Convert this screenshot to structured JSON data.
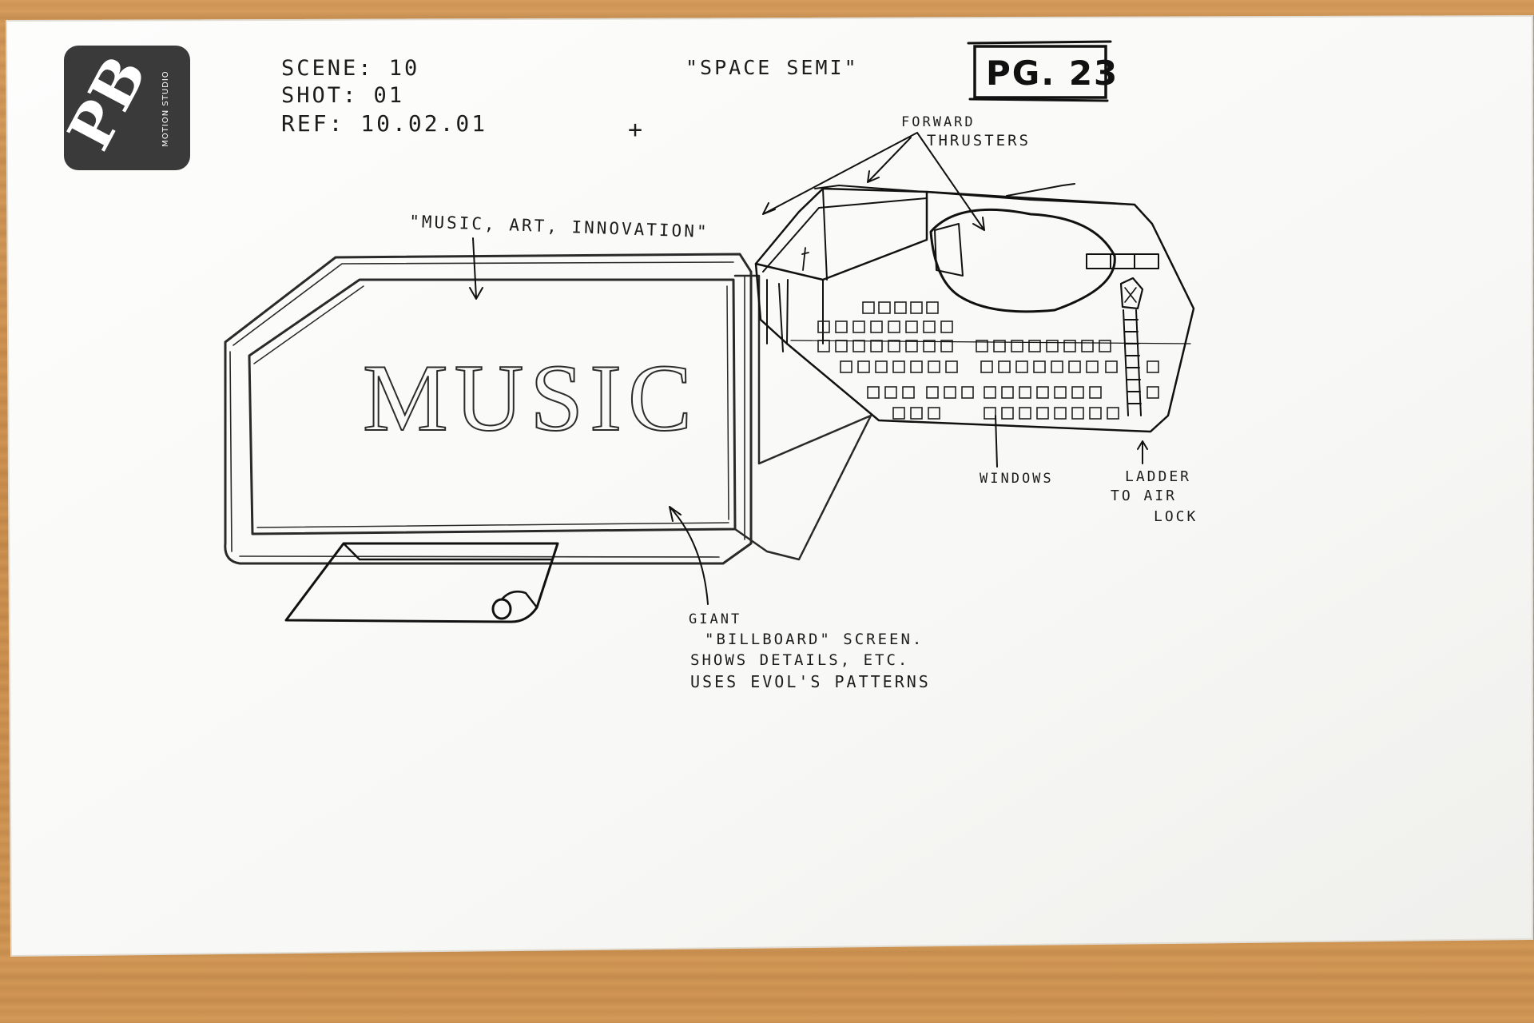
{
  "logo": {
    "letters": "PB",
    "tagline": "MOTION STUDIO"
  },
  "header": {
    "scene": "SCENE: 10",
    "shot": "SHOT: 01",
    "ref": "REF: 10.02.01",
    "title": "\"SPACE SEMI\"",
    "page": "PG. 23"
  },
  "billboard": {
    "screen_text": "MUSIC"
  },
  "annotations": {
    "tagline": "\"MUSIC, ART, INNOVATION\"",
    "forward": "FORWARD",
    "thrusters": "THRUSTERS",
    "windows": "WINDOWS",
    "ladder_1": "LADDER",
    "ladder_2": "TO AIR",
    "ladder_3": "LOCK",
    "giant_1": "GIANT",
    "giant_2": "\"BILLBOARD\" SCREEN.",
    "giant_3": "SHOWS DETAILS, ETC.",
    "giant_4": "USES EVOL'S PATTERNS",
    "plus_mark": "+"
  },
  "colors": {
    "paper": "#fbfbfa",
    "wood": "#d29855",
    "ink": "#111111",
    "logo_bg": "#3a3a3a"
  }
}
